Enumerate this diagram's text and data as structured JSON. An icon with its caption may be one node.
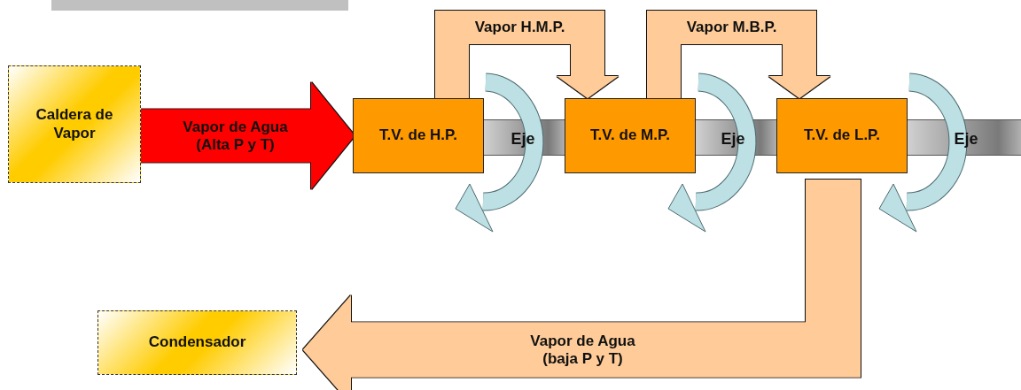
{
  "diagram": {
    "nodes": [
      {
        "text": [
          "Caldera de Vapor"
        ]
      },
      {
        "text": [
          "T.V. de H.P."
        ]
      },
      {
        "text": [
          "T.V. de M.P."
        ]
      },
      {
        "text": [
          "T.V. de L.P."
        ]
      },
      {
        "text": [
          "Condensador"
        ]
      }
    ],
    "edges": [
      {
        "from": 0,
        "to": 1,
        "arrow": "to",
        "label": "Vapor de Agua (Alta P y T)",
        "color": "#ff0000"
      },
      {
        "from": 1,
        "to": 2,
        "arrow": "to",
        "label": "Vapor H.M.P."
      },
      {
        "from": 2,
        "to": 3,
        "arrow": "to",
        "label": "Vapor M.B.P."
      },
      {
        "from": 3,
        "to": 4,
        "arrow": "to",
        "label": "Vapor de Agua (baja P y T)"
      }
    ],
    "labels": [
      "Eje",
      "Eje",
      "Eje"
    ]
  }
}
